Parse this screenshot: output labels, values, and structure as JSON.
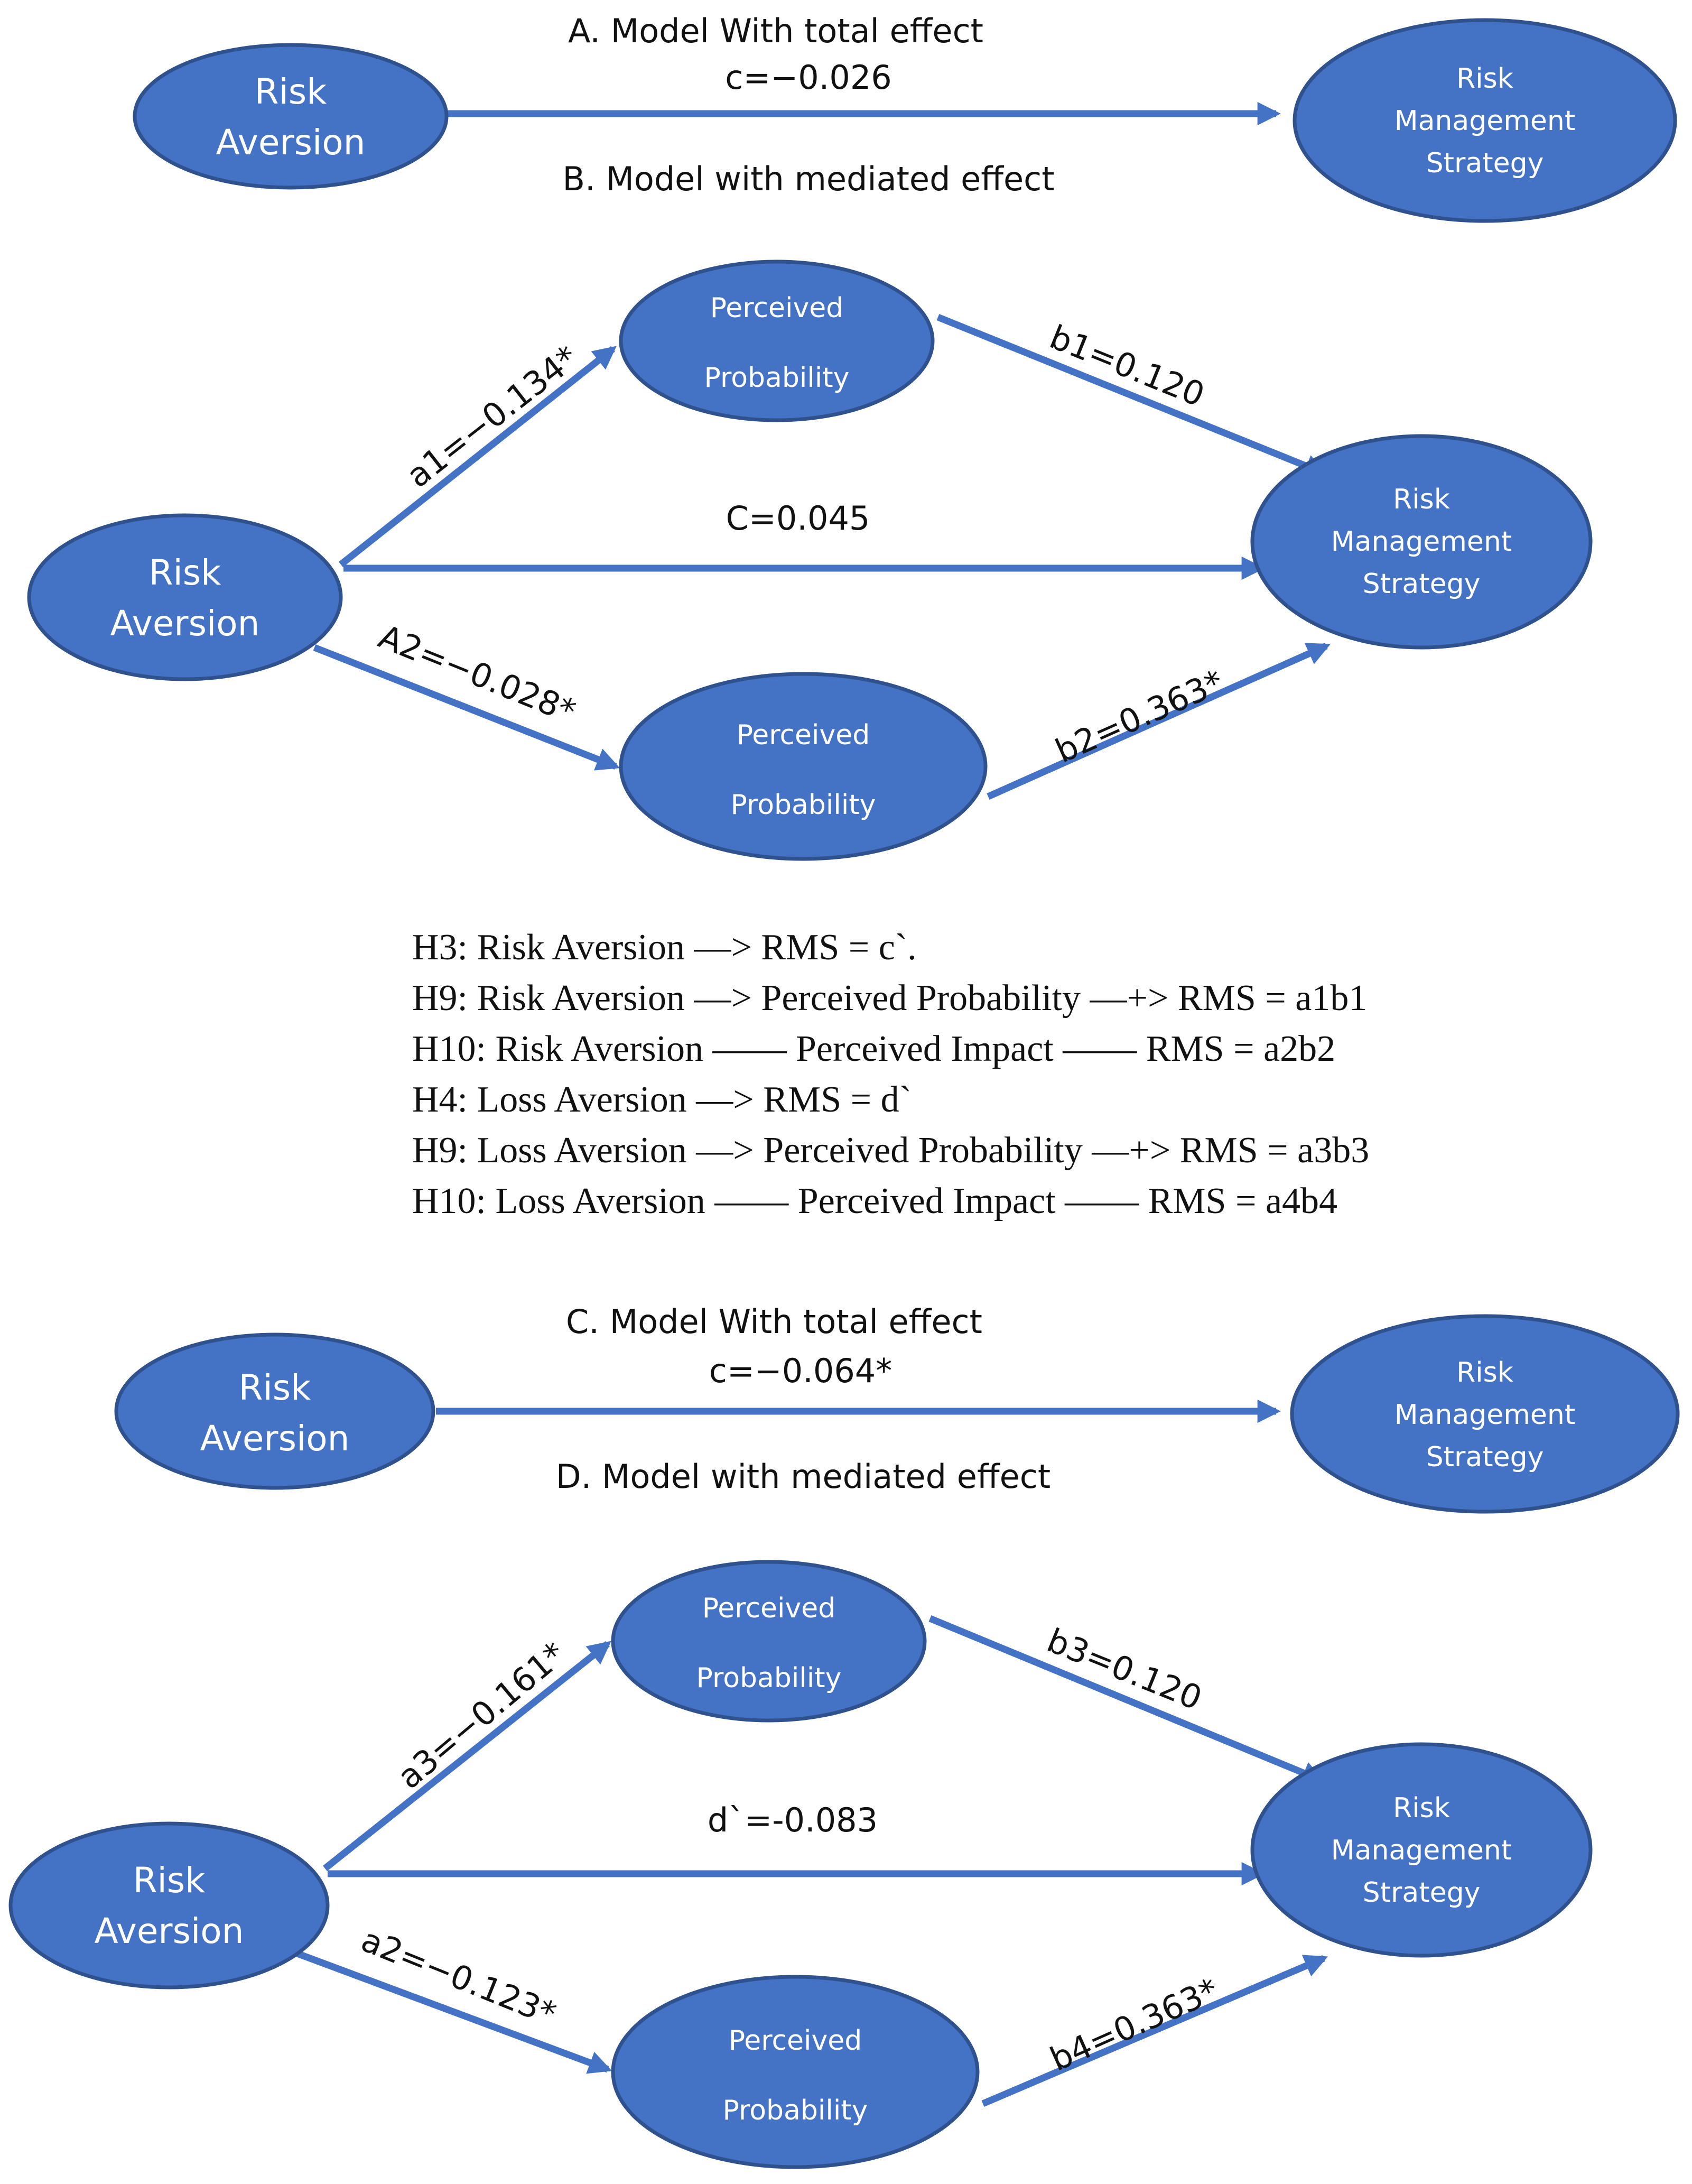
{
  "panel_a": {
    "title": "A.   Model With total effect",
    "path_c": "c=−0.026",
    "risk_aversion": [
      "Risk",
      "Aversion"
    ],
    "rms": [
      "Risk",
      "Management",
      "Strategy"
    ]
  },
  "panel_b": {
    "title": "B.  Model with mediated effect",
    "risk_aversion": [
      "Risk",
      "Aversion"
    ],
    "mediator_top": [
      "Perceived",
      "Probability"
    ],
    "mediator_bottom": [
      "Perceived",
      "Probability"
    ],
    "rms": [
      "Risk",
      "Management",
      "Strategy"
    ],
    "path_a1": "a1=−0.134*",
    "path_b1": "b1=0.120",
    "path_c": "C=0.045",
    "path_a2": "A2=−0.028*",
    "path_b2": "b2=0.363*"
  },
  "hypotheses": [
    "H3: Risk Aversion —> RMS = c`.",
    "H9: Risk Aversion —> Perceived Probability —+> RMS = a1b1",
    "H10: Risk Aversion —— Perceived Impact —— RMS = a2b2",
    "H4: Loss Aversion —> RMS =  d`",
    "H9: Loss Aversion —> Perceived Probability —+> RMS = a3b3",
    "H10: Loss Aversion —— Perceived Impact —— RMS = a4b4"
  ],
  "panel_c": {
    "title": "C.   Model With total effect",
    "path_c": "c=−0.064*",
    "risk_aversion": [
      "Risk",
      "Aversion"
    ],
    "rms": [
      "Risk",
      "Management",
      "Strategy"
    ]
  },
  "panel_d": {
    "title": "D.  Model with mediated effect",
    "risk_aversion": [
      "Risk",
      "Aversion"
    ],
    "mediator_top": [
      "Perceived",
      "Probability"
    ],
    "mediator_bottom": [
      "Perceived",
      "Probability"
    ],
    "rms": [
      "Risk",
      "Management",
      "Strategy"
    ],
    "path_a3": "a3=−0.161*",
    "path_b3": "b3=0.120",
    "path_d": "d`=-0.083",
    "path_a2": "a2=−0.123*",
    "path_b4": "b4=0.363*"
  },
  "colors": {
    "node_fill": "#4472C4",
    "node_border": "#2F528F",
    "arrow": "#4472C4",
    "node_text": "#FFFFFF"
  }
}
